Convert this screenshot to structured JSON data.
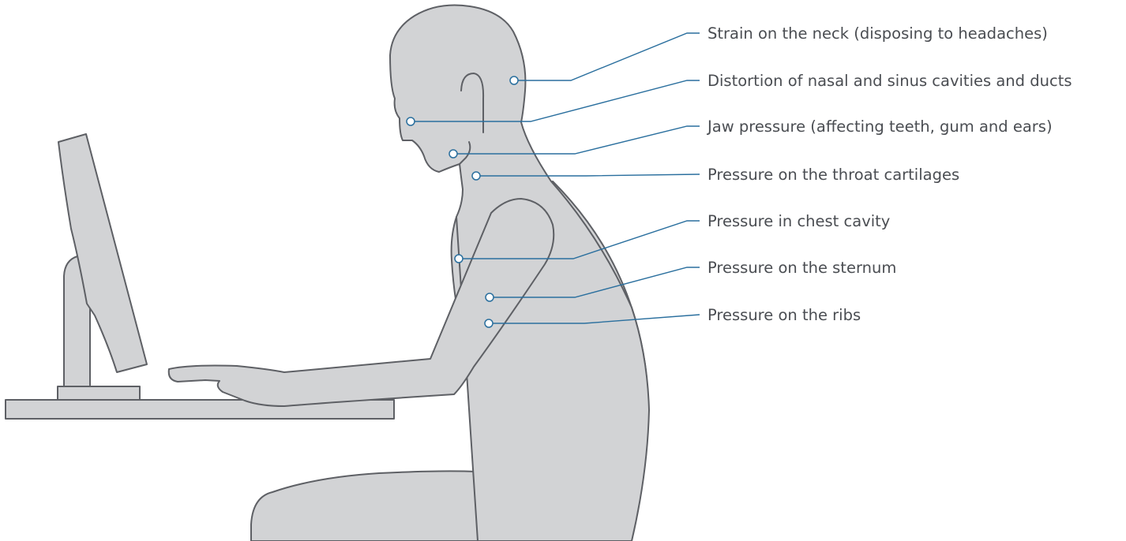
{
  "figure": {
    "colors": {
      "body_fill": "#d2d3d5",
      "outline": "#5e6065",
      "leader_line": "#2a6f9e",
      "label_text": "#4a4d52",
      "background": "#ffffff"
    },
    "annotations": [
      {
        "label": "Strain on the neck (disposing to headaches)",
        "target": "back of head"
      },
      {
        "label": "Distortion of nasal and sinus cavities and ducts",
        "target": "nose"
      },
      {
        "label": "Jaw pressure (affecting teeth, gum and ears)",
        "target": "jaw"
      },
      {
        "label": "Pressure on the throat cartilages",
        "target": "throat"
      },
      {
        "label": "Pressure in chest cavity",
        "target": "chest"
      },
      {
        "label": "Pressure on the sternum",
        "target": "sternum"
      },
      {
        "label": "Pressure on the ribs",
        "target": "ribs"
      }
    ]
  }
}
